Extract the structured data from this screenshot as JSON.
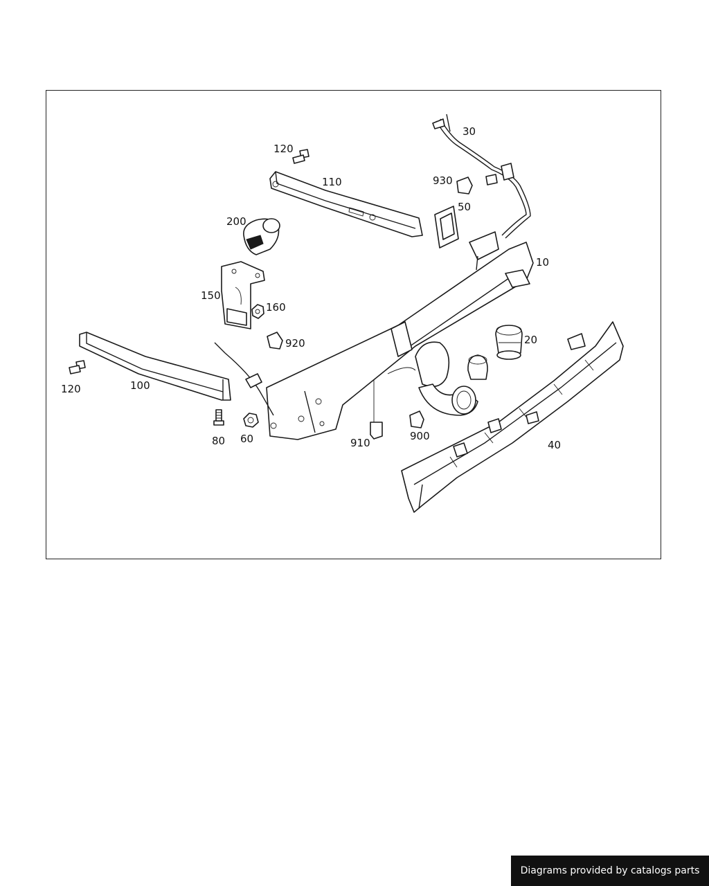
{
  "callouts": {
    "c10": "10",
    "c20": "20",
    "c30": "30",
    "c40": "40",
    "c50": "50",
    "c60": "60",
    "c80": "80",
    "c100": "100",
    "c110": "110",
    "c120a": "120",
    "c120b": "120",
    "c150": "150",
    "c160": "160",
    "c200": "200",
    "c900": "900",
    "c910": "910",
    "c920": "920",
    "c930": "930"
  },
  "footer": {
    "credit": "Diagrams provided by catalogs parts"
  }
}
